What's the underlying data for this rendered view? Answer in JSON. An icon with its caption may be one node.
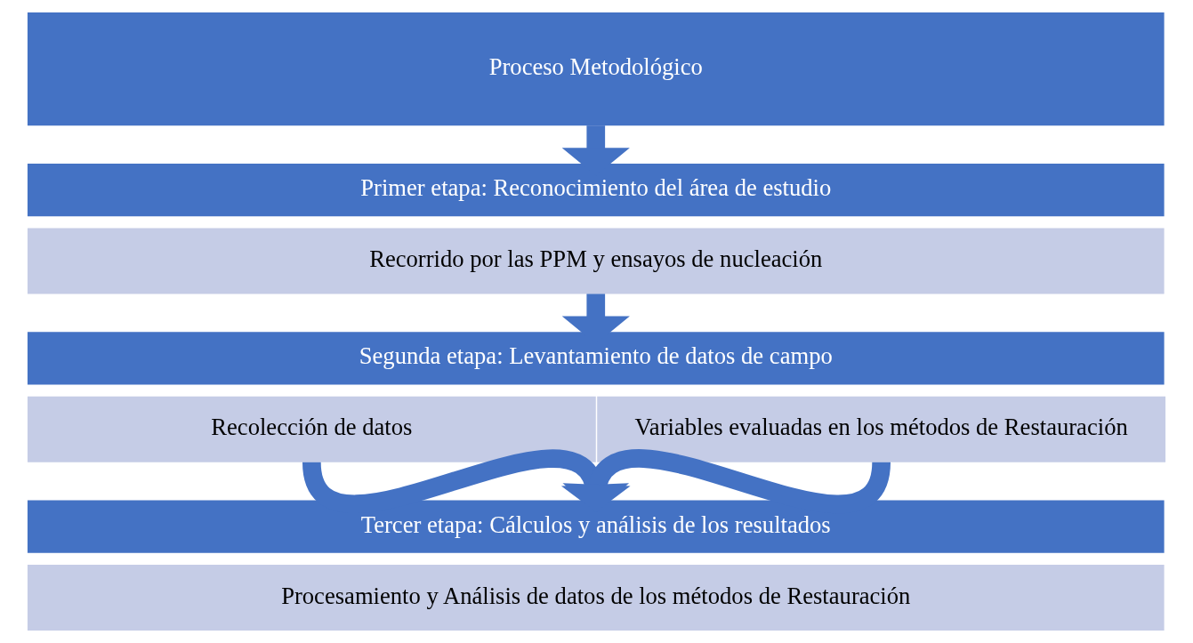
{
  "diagram": {
    "nodes": [
      {
        "text": [
          "Proceso Metodológico"
        ]
      },
      {
        "text": [
          "Primer etapa: Reconocimiento del área de estudio"
        ]
      },
      {
        "text": [
          "Recorrido por las PPM y ensayos de nucleación"
        ]
      },
      {
        "text": [
          "Segunda etapa: Levantamiento de datos de campo"
        ]
      },
      {
        "text": [
          "Recolección de datos"
        ]
      },
      {
        "text": [
          "Variables evaluadas en los métodos de Restauración"
        ]
      },
      {
        "text": [
          "Tercer etapa: Cálculos y análisis de los resultados"
        ]
      },
      {
        "text": [
          "Procesamiento y Análisis de datos de los métodos de Restauración"
        ]
      }
    ],
    "edges": [
      {
        "from": 0,
        "to": 1,
        "arrow": "to"
      },
      {
        "from": 2,
        "to": 3,
        "arrow": "to"
      },
      {
        "from": 4,
        "to": 6,
        "arrow": "to"
      },
      {
        "from": 5,
        "to": 6,
        "arrow": "to"
      }
    ]
  }
}
